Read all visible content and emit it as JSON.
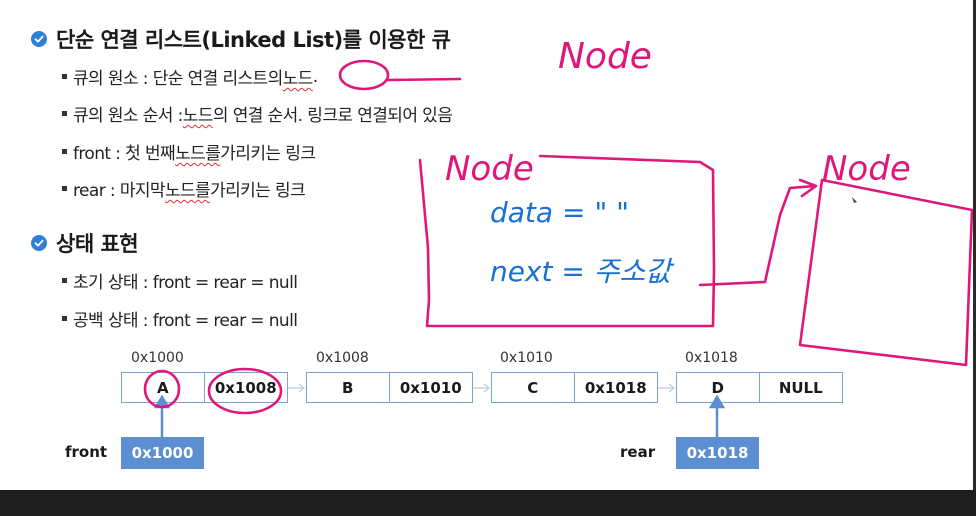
{
  "section1": {
    "title": "단순 연결 리스트(Linked List)를 이용한 큐",
    "items": [
      {
        "pre": "큐의 원소 : 단순 연결 리스트의 ",
        "link": "노드",
        "post": "."
      },
      {
        "pre": "큐의 원소 순서 : ",
        "link": "노드",
        "post": "의 연결 순서. 링크로 연결되어 있음"
      },
      {
        "pre": "front : 첫 번째 ",
        "link": "노드를",
        "post": " 가리키는 링크"
      },
      {
        "pre": "rear : 마지막 ",
        "link": "노드를",
        "post": " 가리키는 링크"
      }
    ]
  },
  "section2": {
    "title": "상태 표현",
    "items": [
      "초기 상태 : front = rear = null",
      "공백 상태 : front = rear = null"
    ]
  },
  "diagram": {
    "nodes": [
      {
        "address": "0x1000",
        "data": "A",
        "next": "0x1008"
      },
      {
        "address": "0x1008",
        "data": "B",
        "next": "0x1010"
      },
      {
        "address": "0x1010",
        "data": "C",
        "next": "0x1018"
      },
      {
        "address": "0x1018",
        "data": "D",
        "next": "NULL"
      }
    ],
    "front": {
      "label": "front",
      "value": "0x1000"
    },
    "rear": {
      "label": "rear",
      "value": "0x1018"
    }
  },
  "annotations": {
    "word1": "Node",
    "word2": "Node",
    "word3": "Node",
    "data_line": "data = \"  \"",
    "next_line": "next = 주소값"
  },
  "colors": {
    "accent": "#2f7fd6",
    "node_border": "#7aa3cf",
    "pointer_box": "#5b8fd1",
    "ink_magenta": "#e0177a",
    "ink_blue": "#1a6fd6"
  }
}
